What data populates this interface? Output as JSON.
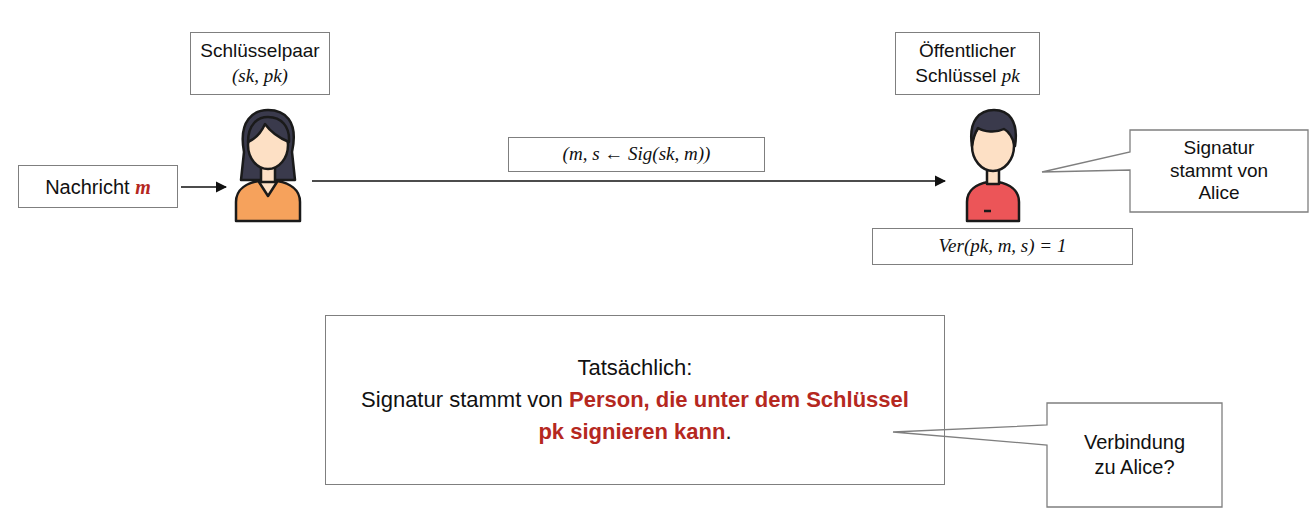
{
  "diagram": {
    "nodes": [
      {
        "text": [
          "Schlüsselpaar",
          "(sk, pk)"
        ]
      },
      {
        "text": [
          "Nachricht",
          "m"
        ]
      },
      {
        "text": [
          "(m, s ← Sig(sk, m))"
        ]
      },
      {
        "text": [
          "Öffentlicher Schlüssel",
          "pk"
        ]
      },
      {
        "text": [
          "Signatur stammt von Alice"
        ]
      },
      {
        "text": [
          "Ver(pk, m, s) = 1"
        ]
      },
      {
        "text": [
          "Tatsächlich:",
          "Signatur stammt von",
          "Person, die unter dem Schlüssel pk signieren kann",
          "."
        ]
      },
      {
        "text": [
          "Verbindung zu Alice?"
        ]
      }
    ]
  }
}
